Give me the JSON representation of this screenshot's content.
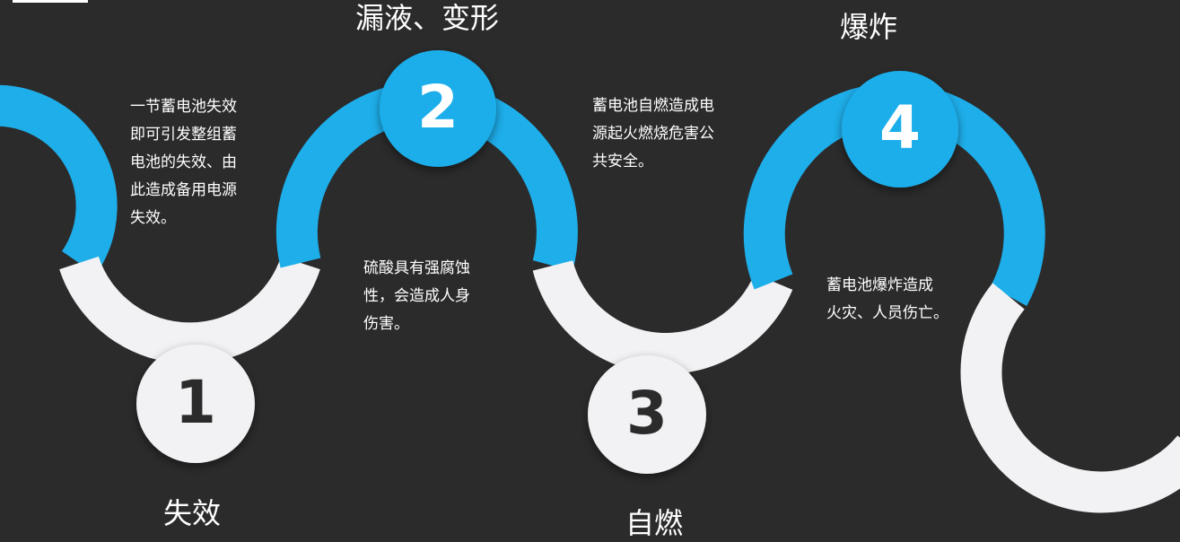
{
  "colors": {
    "background": "#2b2b2b",
    "accent": "#1eaeea",
    "light": "#f2f2f4",
    "number_dark": "#2b2b2b",
    "number_light": "#ffffff",
    "text": "#ffffff"
  },
  "steps": [
    {
      "number": "1",
      "title": "失效",
      "description": "一节蓄电池失效\n即可引发整组蓄\n电池的失效、由\n此造成备用电源\n失效。"
    },
    {
      "number": "2",
      "title": "漏液、变形",
      "description": "硫酸具有强腐蚀\n性，会造成人身\n伤害。"
    },
    {
      "number": "3",
      "title": "自燃",
      "description": "蓄电池自燃造成电\n源起火燃烧危害公\n共安全。"
    },
    {
      "number": "4",
      "title": "爆炸",
      "description": "蓄电池爆炸造成\n火灾、人员伤亡。"
    }
  ]
}
